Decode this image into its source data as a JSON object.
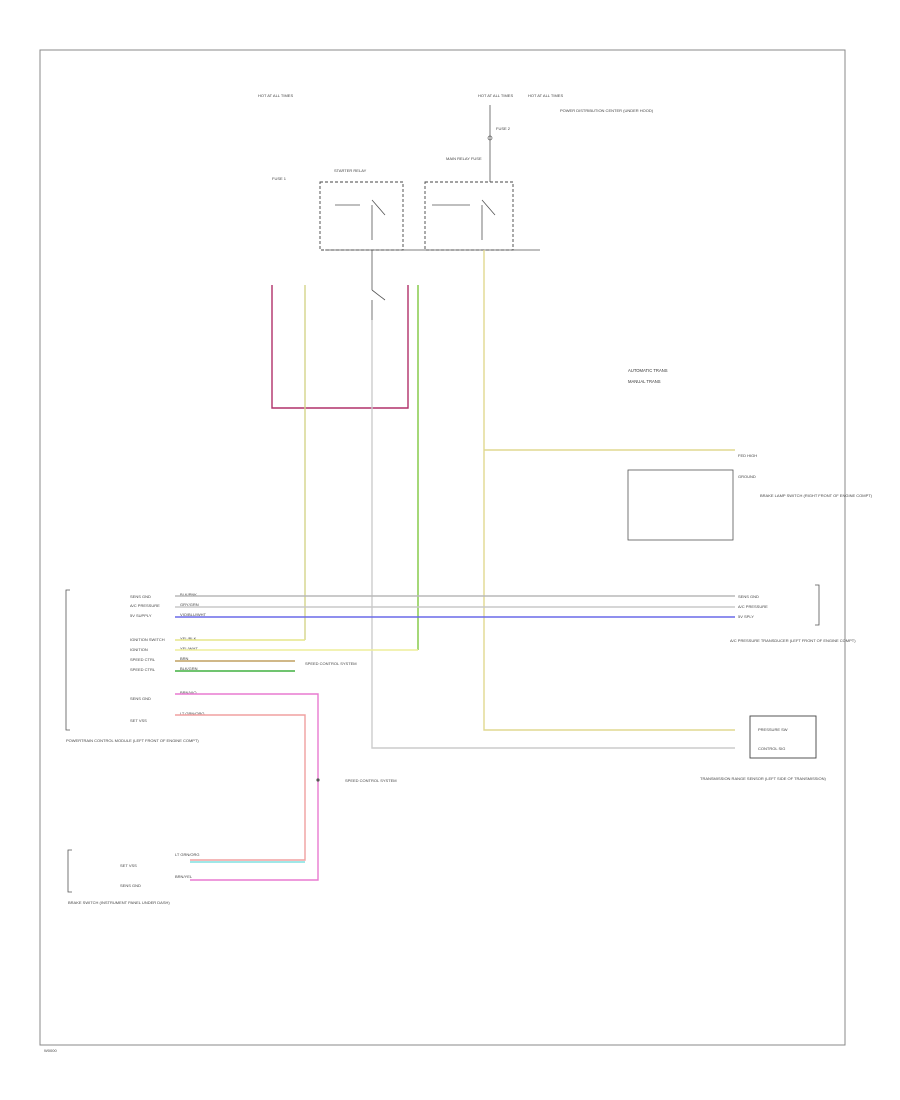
{
  "diagram": {
    "fuses": [
      {
        "id": "f1",
        "label": "HOT AT ALL TIMES"
      },
      {
        "id": "f2",
        "label": "HOT AT ALL TIMES"
      },
      {
        "id": "f3",
        "label": "HOT AT ALL TIMES"
      }
    ],
    "fuse_note": "POWER DISTRIBUTION CENTER (UNDER HOOD)",
    "fuse_labels": [
      "FUSE 1",
      "FUSE 2"
    ],
    "relays": [
      {
        "id": "r1",
        "label": "STARTER RELAY"
      },
      {
        "id": "r2",
        "label": "MAIN RELAY FUSE"
      }
    ],
    "legend": [
      "AUTOMATIC TRANS",
      "MANUAL TRANS"
    ],
    "ecm": {
      "title": "POWERTRAIN CONTROL MODULE (LEFT FRONT OF ENGINE COMPT)",
      "pins": [
        {
          "label": "SENS GND",
          "wire": "BLK/PNK"
        },
        {
          "label": "A/C PRESSURE",
          "wire": "GRY/GRN"
        },
        {
          "label": "5V SUPPLY",
          "wire": "VIO/BLU/WHT"
        },
        {
          "label": "IGNITION SWITCH",
          "wire": "YEL/BLK"
        },
        {
          "label": "IGNITION",
          "wire": "YEL/WHT"
        },
        {
          "label": "SPEED CTRL",
          "wire": "BRN"
        },
        {
          "label": "SPEED CTRL",
          "wire": "BLK/GRN"
        },
        {
          "label": "SENS GND",
          "wire": "BRN/VIO"
        },
        {
          "label": "SET VSS",
          "wire": "LT GRN/ORG"
        }
      ],
      "split_label": "SPEED CONTROL SYSTEM"
    },
    "right_modules": [
      {
        "title": "A/C PRESSURE TRANSDUCER (LEFT FRONT OF ENGINE COMPT)"
      },
      {
        "title": "BRAKE LAMP SWITCH (RIGHT FRONT OF ENGINE COMPT)"
      },
      {
        "title": "TRANSMISSION RANGE SENSOR (LEFT SIDE OF TRANSMISSION)"
      }
    ],
    "right_pins": [
      "SENS GND",
      "A/C PRESSURE",
      "5V SPLY"
    ],
    "clutch_labels": [
      "FED HIGH",
      "GROUND"
    ],
    "tr_labels": [
      "PRESSURE SW",
      "CONTROL SIG"
    ],
    "splice_note": "SPEED CONTROL SYSTEM",
    "bottom_module": {
      "title": "BRAKE SWITCH (INSTRUMENT PANEL UNDER DASH)",
      "pins": [
        {
          "label": "SET VSS",
          "wire": "LT GRN/ORG"
        },
        {
          "label": "SENS GND",
          "wire": "BRN/YEL"
        }
      ]
    },
    "footer": "W0000"
  }
}
